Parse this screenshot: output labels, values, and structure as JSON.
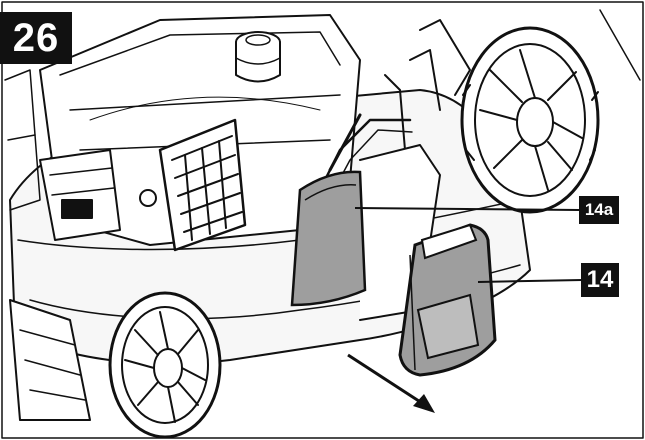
{
  "figure": {
    "number": "26"
  },
  "callouts": {
    "part_14a": "14a",
    "part_14": "14"
  },
  "colors": {
    "ink": "#111111",
    "filter_fill": "#9e9e9e",
    "paper": "#ffffff"
  }
}
